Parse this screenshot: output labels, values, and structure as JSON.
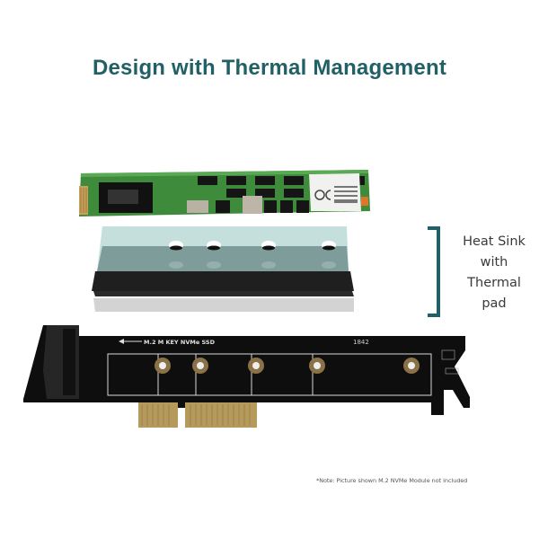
{
  "title": "Design with Thermal Management",
  "side_label": {
    "lines": [
      "Heat Sink",
      "with",
      "Thermal",
      "pad"
    ]
  },
  "note": "*Note: Picture shown M.2 NVMe Module not included",
  "pcb": {
    "silkscreen_label": "M.2 M KEY NVMe SSD",
    "board_code": "1842"
  },
  "colors": {
    "title": "#216066",
    "bracket": "#216066",
    "ssd_pcb": "#3b8a3a",
    "heatsink_top": "#c8e0df",
    "heatsink_mid": "#7f9e9c",
    "pad_black": "#1c1c1c",
    "pad_gray": "#d4d4d4",
    "adapter_pcb": "#0e0e0e"
  }
}
